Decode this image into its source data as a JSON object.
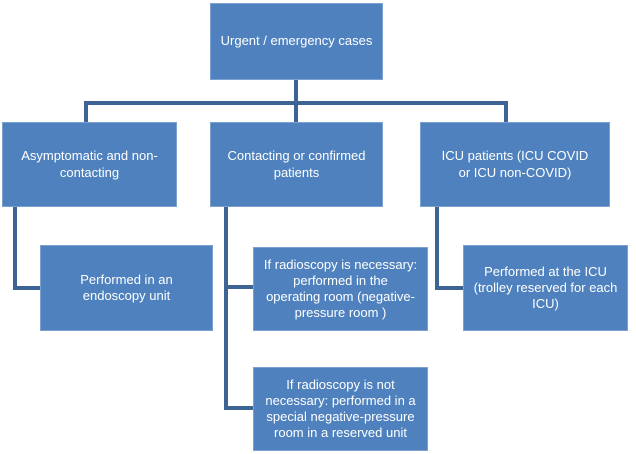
{
  "diagram": {
    "type": "flowchart",
    "description": "Triage flowchart for urgent / emergency endoscopy cases",
    "colors": {
      "background": "#ffffff",
      "box_fill": "#4e81bd",
      "box_border": "#7ba1d0",
      "connector": "#3e6496",
      "text": "#ffffff"
    },
    "nodes": {
      "root": {
        "label": "Urgent / emergency cases"
      },
      "asymptomatic": {
        "label": "Asymptomatic and non-\ncontacting"
      },
      "contacting": {
        "label": "Contacting or confirmed\npatients"
      },
      "icu": {
        "label": "ICU patients (ICU COVID\nor ICU non-COVID)"
      },
      "endoscopy": {
        "label": "Performed in an\nendoscopy unit"
      },
      "radioscopy_necessary": {
        "label": "If radioscopy is necessary:\nperformed in the\noperating room (negative-\npressure room )"
      },
      "radioscopy_not_necessary": {
        "label": "If radioscopy is not\nnecessary: performed in a\nspecial negative-pressure\nroom in a reserved unit"
      },
      "icu_trolley": {
        "label": "Performed at the ICU\n(trolley reserved for each\nICU)"
      }
    },
    "edges": [
      {
        "from": "root",
        "to": "asymptomatic"
      },
      {
        "from": "root",
        "to": "contacting"
      },
      {
        "from": "root",
        "to": "icu"
      },
      {
        "from": "asymptomatic",
        "to": "endoscopy"
      },
      {
        "from": "contacting",
        "to": "radioscopy_necessary"
      },
      {
        "from": "contacting",
        "to": "radioscopy_not_necessary"
      },
      {
        "from": "icu",
        "to": "icu_trolley"
      }
    ]
  }
}
